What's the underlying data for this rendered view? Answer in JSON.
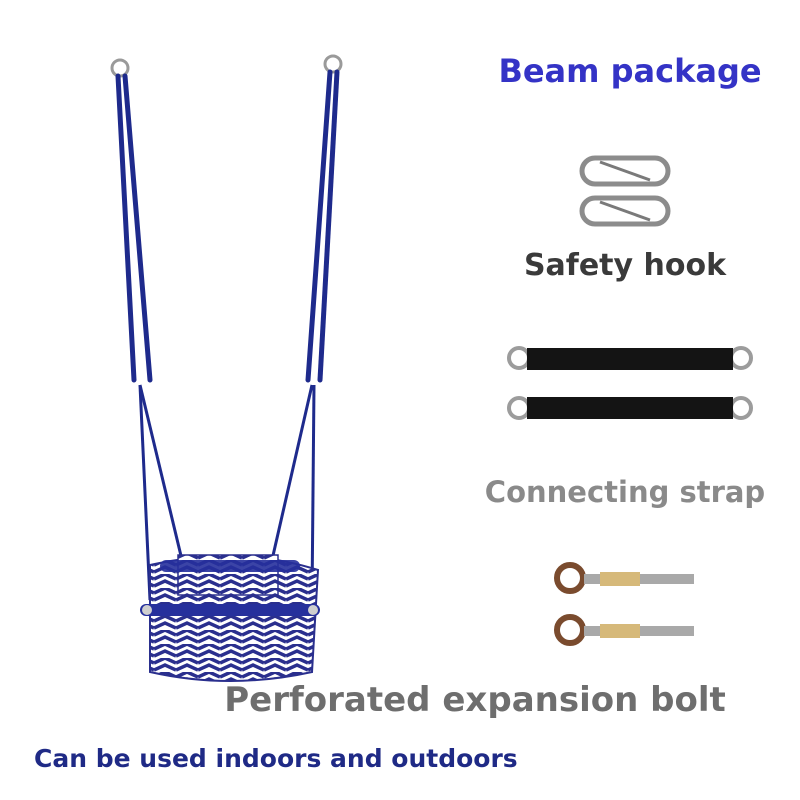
{
  "title": "Beam package",
  "items": [
    {
      "label": "Safety hook"
    },
    {
      "label": "Connecting strap"
    },
    {
      "label": "Perforated expansion bolt"
    }
  ],
  "footer": "Can be used indoors and outdoors",
  "colors": {
    "title": "#3433c6",
    "footer": "#1f2a86",
    "rope": "#1e2a8c",
    "strap": "#141414"
  }
}
